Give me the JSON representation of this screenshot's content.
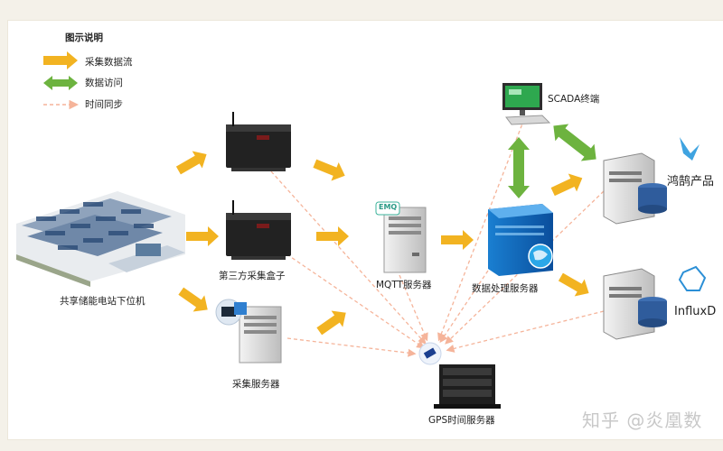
{
  "legend": {
    "title": "图示说明",
    "items": [
      {
        "label": "采集数据流",
        "color": "#f2b321"
      },
      {
        "label": "数据访问",
        "color": "#6db33f"
      },
      {
        "label": "时间同步",
        "color": "#f5b49a"
      }
    ]
  },
  "nodes": {
    "station": "共享储能电站下位机",
    "box": "第三方采集盒子",
    "collector": "采集服务器",
    "mqtt": "MQTT服务器",
    "mqtt_badge": "EMQ",
    "processor": "数据处理服务器",
    "scada": "SCADA终端",
    "honghu": "鸿鹄产品",
    "influx": "InfluxD",
    "gps": "GPS时间服务器"
  },
  "watermark": "知乎 @炎凰数"
}
